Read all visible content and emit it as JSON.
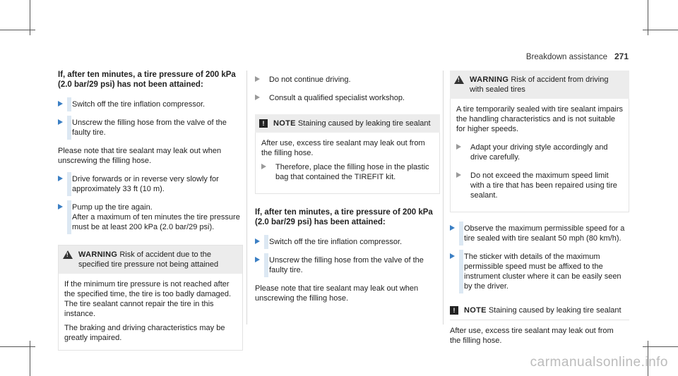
{
  "header": {
    "section": "Breakdown assistance",
    "page_number": "271"
  },
  "col1": {
    "heading": "If, after ten minutes, a tire pressure of 200 kPa (2.0 bar/29 psi) has not been attained:",
    "step1": "Switch off the tire inflation compressor.",
    "step2": "Unscrew the filling hose from the valve of the faulty tire.",
    "para1": "Please note that tire sealant may leak out when unscrewing the filling hose.",
    "step3": "Drive forwards or in reverse very slowly for approximately 33 ft (10 m).",
    "step4a": "Pump up the tire again.",
    "step4b": "After a maximum of ten minutes the tire pressure must be at least 200 kPa (2.0 bar/29 psi).",
    "warning": {
      "label": "WARNING",
      "title": "Risk of accident due to the specified tire pressure not being attained",
      "body1": "If the minimum tire pressure is not reached after the specified time, the tire is too badly damaged. The tire sealant cannot repair the tire in this instance.",
      "body2": "The braking and driving characteristics may be greatly impaired."
    }
  },
  "col2": {
    "step1": "Do not continue driving.",
    "step2": "Consult a qualified specialist workshop.",
    "note": {
      "label": "NOTE",
      "title": "Staining caused by leaking tire sealant",
      "body": "After use, excess tire sealant may leak out from the filling hose.",
      "step": "Therefore, place the filling hose in the plastic bag that contained the TIREFIT kit."
    },
    "heading": "If, after ten minutes, a tire pressure of 200 kPa (2.0 bar/29 psi) has been attained:",
    "step3": "Switch off the tire inflation compressor.",
    "step4": "Unscrew the filling hose from the valve of the faulty tire.",
    "para": "Please note that tire sealant may leak out when unscrewing the filling hose."
  },
  "col3": {
    "warning": {
      "label": "WARNING",
      "title": "Risk of accident from driving with sealed tires",
      "body": "A tire temporarily sealed with tire sealant impairs the handling characteristics and is not suitable for higher speeds.",
      "step1": "Adapt your driving style accordingly and drive carefully.",
      "step2": "Do not exceed the maximum speed limit with a tire that has been repaired using tire sealant."
    },
    "step1": "Observe the maximum permissible speed for a tire sealed with tire sealant 50 mph (80 km/h).",
    "step2": "The sticker with details of the maximum permissible speed must be affixed to the instrument cluster where it can be easily seen by the driver.",
    "note": {
      "label": "NOTE",
      "title": "Staining caused by leaking tire sealant",
      "body": "After use, excess tire sealant may leak out from the filling hose."
    }
  },
  "watermark": "carmanualsonline.info",
  "colors": {
    "accent": "#3b7fc4",
    "step_bar": "#dce8f3",
    "box_header": "#ececec"
  }
}
